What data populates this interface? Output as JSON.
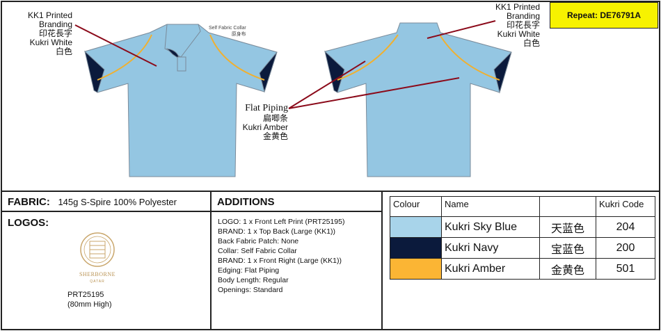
{
  "repeat": "Repeat: DE76791A",
  "front_labels": {
    "branding1": "KK1 Printed",
    "branding2": "Branding",
    "branding_cn": "印花長字",
    "branding_color": "Kukri White",
    "branding_color_cn": "白色",
    "collar": "Self Fabric Collar",
    "collar_cn": "原身布"
  },
  "back_labels": {
    "branding1": "KK1 Printed",
    "branding2": "Branding",
    "branding_cn": "印花長字",
    "branding_color": "Kukri White",
    "branding_color_cn": "白色"
  },
  "piping": {
    "title": "Flat Piping",
    "title_cn": "扁唧条",
    "color": "Kukri Amber",
    "color_cn": "金黄色"
  },
  "fabric": {
    "label": "FABRIC:",
    "value": "145g S-Spire 100% Polyester"
  },
  "logos": {
    "label": "LOGOS:",
    "logo_name": "SHERBORNE",
    "logo_sub": "QATAR",
    "code": "PRT25195",
    "size": "(80mm High)"
  },
  "additions": {
    "label": "ADDITIONS",
    "items": [
      "LOGO: 1 x Front Left Print (PRT25195)",
      "BRAND: 1 x Top Back (Large (KK1))",
      "Back Fabric Patch: None",
      "Collar: Self Fabric Collar",
      "BRAND: 1 x Front Right (Large (KK1))",
      "Edging: Flat Piping",
      "Body Length: Regular",
      "Openings: Standard"
    ]
  },
  "colours": {
    "headers": [
      "Colour",
      "Name",
      "",
      "Kukri Code"
    ],
    "rows": [
      {
        "swatch": "#a8d4ea",
        "name": "Kukri Sky Blue",
        "cn": "天蓝色",
        "code": "204"
      },
      {
        "swatch": "#0b1a3c",
        "name": "Kukri Navy",
        "cn": "宝蓝色",
        "code": "200"
      },
      {
        "swatch": "#fbb534",
        "name": "Kukri Amber",
        "cn": "金黄色",
        "code": "501"
      }
    ]
  },
  "colors": {
    "sky": "#94c6e2",
    "navy": "#0b1a3c",
    "amber": "#f0b030",
    "line": "#8b0a1a"
  }
}
